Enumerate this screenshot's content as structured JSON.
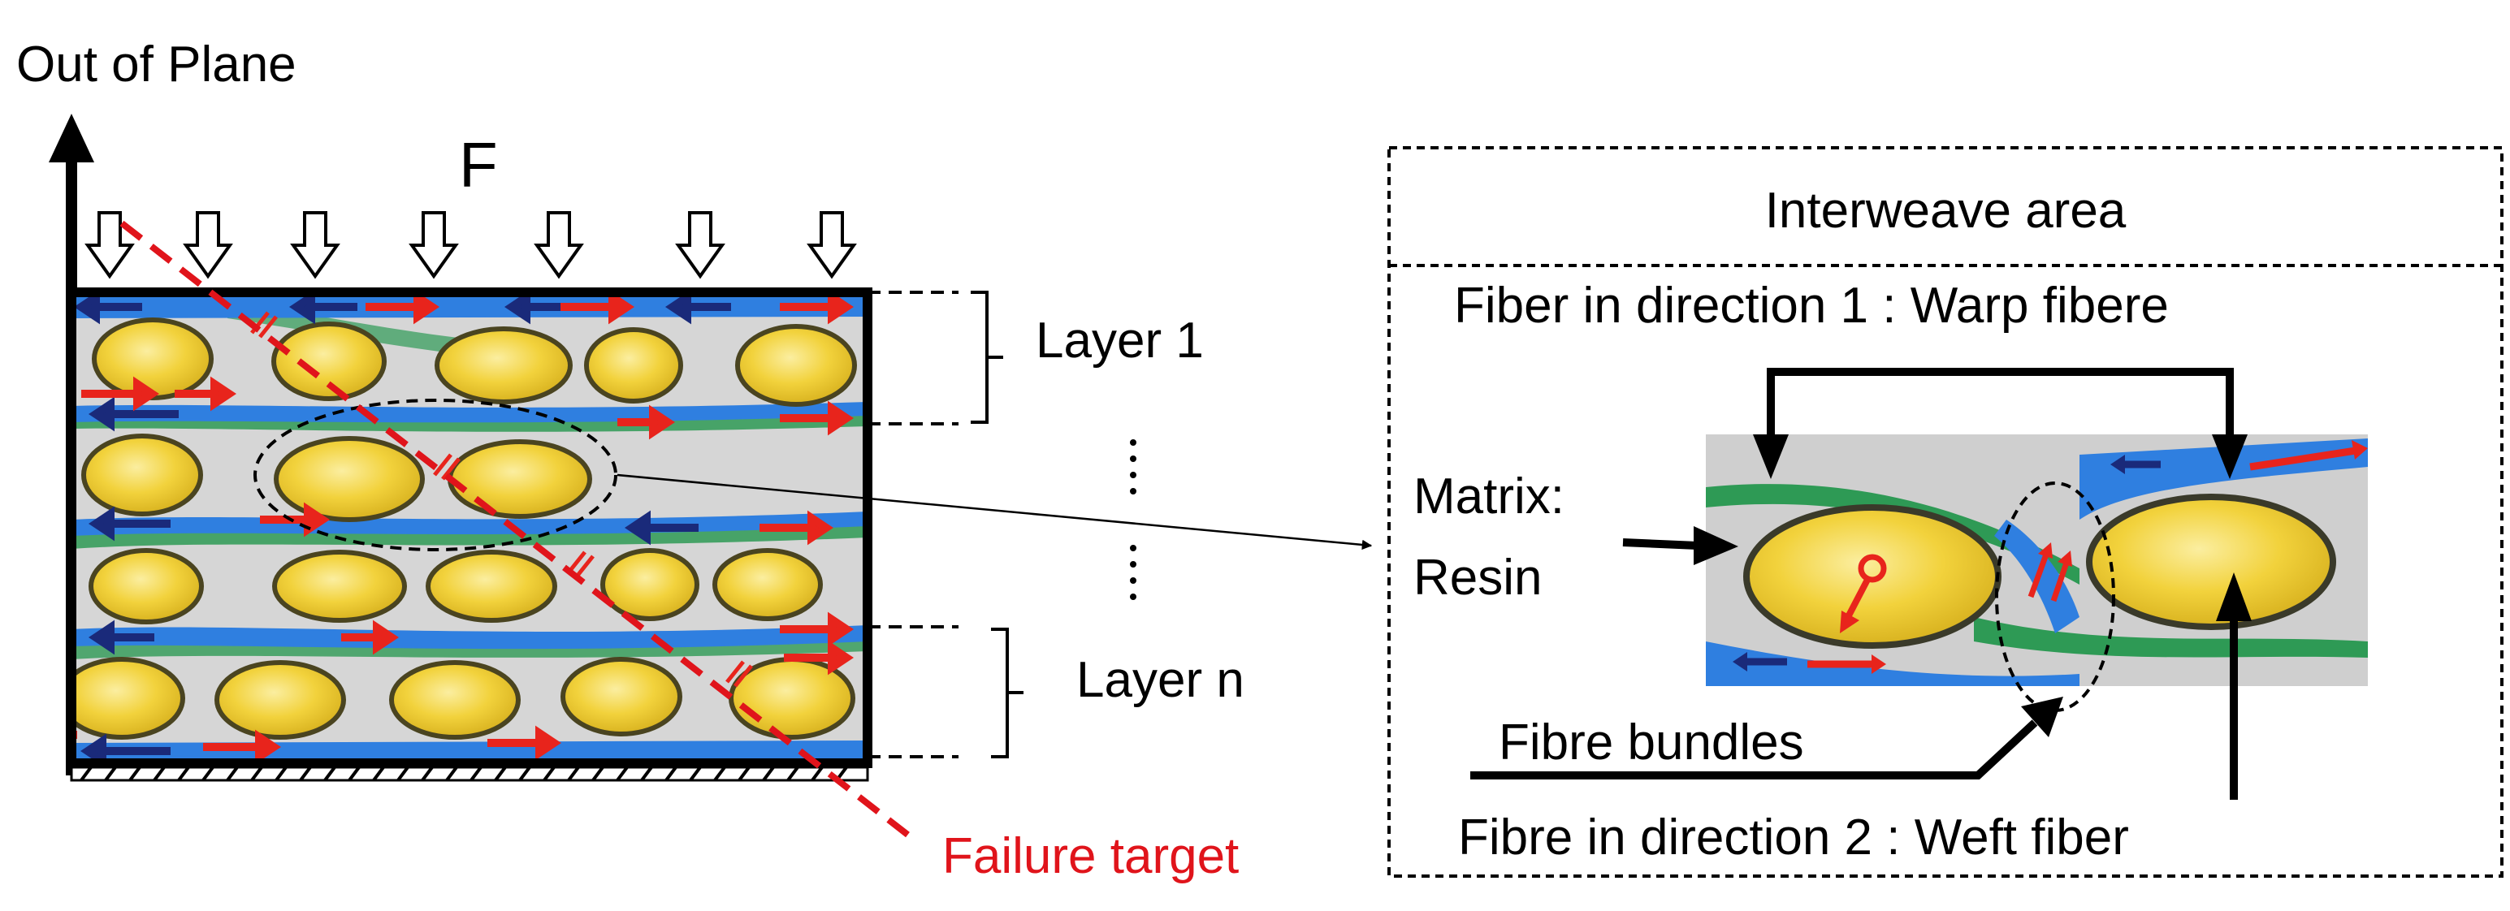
{
  "labels": {
    "out_of_plane": "Out of Plane",
    "force": "F",
    "layer_1": "Layer 1",
    "layer_n": "Layer n",
    "failure_target": "Failure target",
    "interweave_title": "Interweave area",
    "warp_caption": "Fiber in direction 1 : Warp fibere",
    "matrix_line1": "Matrix:",
    "matrix_line2": "Resin",
    "fibre_bundles": "Fibre bundles",
    "weft_caption": "Fibre in direction 2 : Weft fiber"
  },
  "colors": {
    "black": "#000000",
    "failure_red": "#e0141b",
    "fibre_yellow": "#f2d23c",
    "fibre_yellow_light": "#f7e47a",
    "matrix_grey": "#d4d4d4",
    "warp_blue": "#2f7fe0",
    "weft_green": "#2e9a55",
    "arrow_navy": "#1a2a7a",
    "arrow_red": "#e8241c"
  }
}
